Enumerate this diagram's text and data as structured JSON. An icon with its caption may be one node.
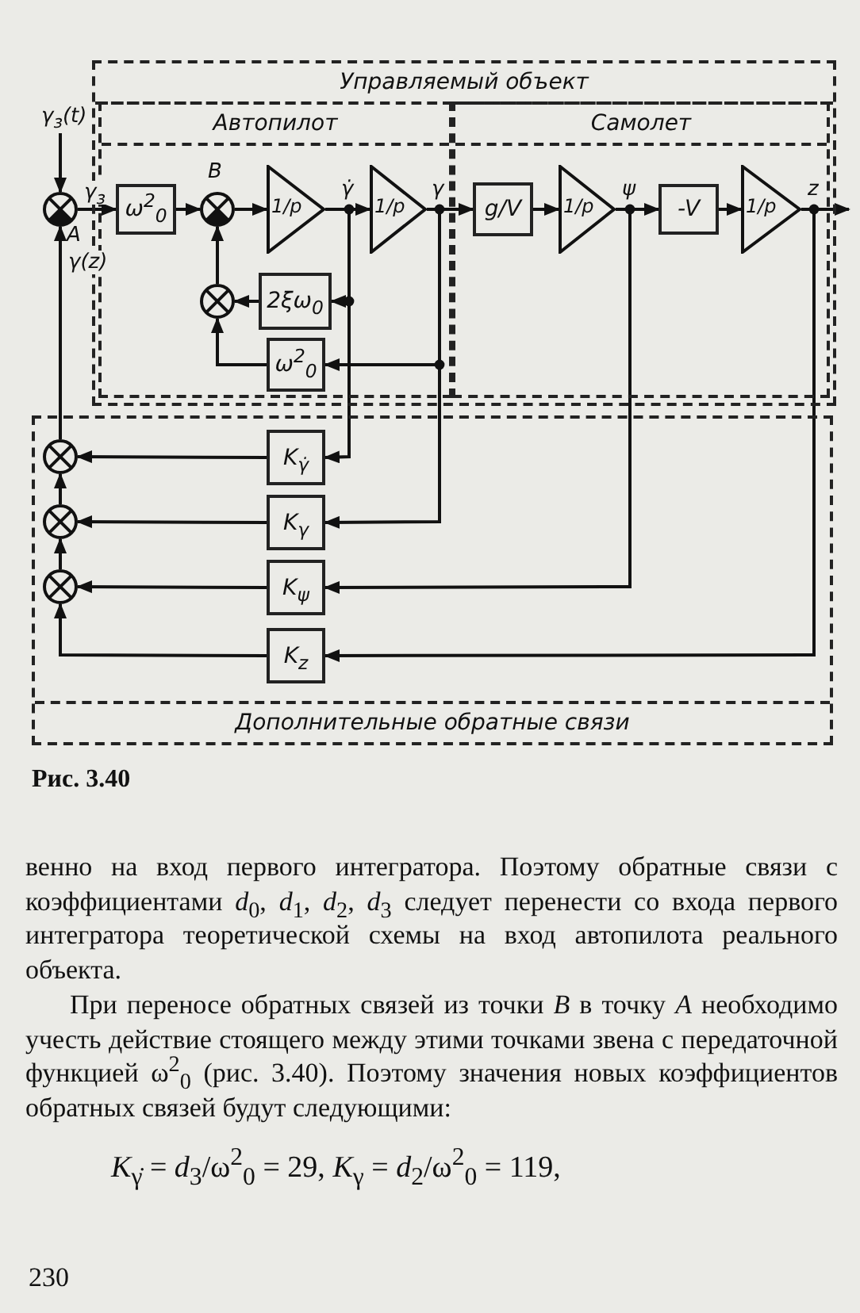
{
  "diagram": {
    "caption": "Рис. 3.40",
    "nodes": [
      {
        "text": [
          "Управляемый объект"
        ]
      },
      {
        "text": [
          "Автопилот"
        ],
        "in": 0
      },
      {
        "text": [
          "Самолет"
        ],
        "in": 0
      },
      {
        "text": [
          "Дополнительные обратные связи"
        ]
      },
      {
        "text": [],
        "shape": "circle",
        "beside": [
          "A"
        ]
      },
      {
        "text": [
          "ω$^{2}$$_{0}$"
        ],
        "in": 1
      },
      {
        "text": [],
        "shape": "circle",
        "beside": [
          "B"
        ],
        "in": 1
      },
      {
        "text": [
          "1/p"
        ],
        "in": 1
      },
      {
        "text": [
          "1/p"
        ],
        "in": 1
      },
      {
        "text": [],
        "shape": "circle",
        "in": 1
      },
      {
        "text": [
          "2ξω$_{0}$"
        ],
        "in": 1
      },
      {
        "text": [
          "ω$^{2}$$_{0}$"
        ],
        "in": 1
      },
      {
        "text": [
          "g/V"
        ],
        "in": 2
      },
      {
        "text": [
          "1/p"
        ],
        "in": 2
      },
      {
        "text": [
          "-V"
        ],
        "in": 2
      },
      {
        "text": [
          "1/p"
        ],
        "in": 2
      },
      {
        "text": [],
        "shape": "circle",
        "in": 3
      },
      {
        "text": [],
        "shape": "circle",
        "in": 3
      },
      {
        "text": [],
        "shape": "circle",
        "in": 3
      },
      {
        "text": [
          "K$_{γ̇}$"
        ],
        "in": 3
      },
      {
        "text": [
          "K$_{γ}$"
        ],
        "in": 3
      },
      {
        "text": [
          "K$_{ψ}$"
        ],
        "in": 3
      },
      {
        "text": [
          "K$_{z}$"
        ],
        "in": 3
      }
    ],
    "edges": [
      {
        "from": null,
        "to": 4,
        "arrow": "to",
        "label": "γ$_{з}$(t)"
      },
      {
        "from": 4,
        "to": 5,
        "arrow": "to",
        "label": "γ$_{з}$"
      },
      {
        "from": 5,
        "to": 6,
        "arrow": "to"
      },
      {
        "from": 6,
        "to": 7,
        "arrow": "to"
      },
      {
        "from": 7,
        "to": 8,
        "arrow": "to",
        "label": "γ̇"
      },
      {
        "from": 8,
        "to": 12,
        "arrow": "to",
        "label": "γ"
      },
      {
        "from": 12,
        "to": 13,
        "arrow": "to"
      },
      {
        "from": 13,
        "to": 14,
        "arrow": "to",
        "label": "ψ"
      },
      {
        "from": 14,
        "to": 15,
        "arrow": "to"
      },
      {
        "from": 15,
        "to": null,
        "arrow": "to",
        "label": "z"
      },
      {
        "from": 7,
        "to": 10,
        "arrow": "to"
      },
      {
        "from": 10,
        "to": 9,
        "arrow": "to"
      },
      {
        "from": 8,
        "to": 11,
        "arrow": "to"
      },
      {
        "from": 11,
        "to": 9,
        "arrow": "to"
      },
      {
        "from": 9,
        "to": 6,
        "arrow": "to"
      },
      {
        "from": 7,
        "to": 19,
        "arrow": "to"
      },
      {
        "from": 8,
        "to": 20,
        "arrow": "to"
      },
      {
        "from": 13,
        "to": 21,
        "arrow": "to"
      },
      {
        "from": 15,
        "to": 22,
        "arrow": "to"
      },
      {
        "from": 19,
        "to": 16,
        "arrow": "to"
      },
      {
        "from": 20,
        "to": 17,
        "arrow": "to"
      },
      {
        "from": 21,
        "to": 18,
        "arrow": "to"
      },
      {
        "from": 22,
        "to": 18,
        "arrow": "to"
      },
      {
        "from": 18,
        "to": 17,
        "arrow": "to"
      },
      {
        "from": 17,
        "to": 16,
        "arrow": "to"
      },
      {
        "from": 16,
        "to": 4,
        "arrow": "to",
        "label": "γ(z)"
      }
    ],
    "labels": [
      "венно на вход первого интегратора. Поэтому обратные связи с коэффициентами *d*$_{0}$, *d*$_{1}$, *d*$_{2}$, *d*$_{3}$ следует перенести со входа первого интегратора теоретической схемы на вход автопилота реального объекта.",
      "При переносе обратных связей из точки *B* в точку *A* необходимо учесть действие стоящего между этими точками звена с передаточной функцией ω$^{2}$$_{0}$ (рис. 3.40). Поэтому значения новых коэффициентов обратных связей будут следующими:",
      "*K*$_{γ̇}$ = *d*$_{3}$/ω$^{2}$$_{0}$ = 29, *K*$_{γ}$ = *d*$_{2}$/ω$^{2}$$_{0}$ = 119,",
      "230"
    ]
  }
}
